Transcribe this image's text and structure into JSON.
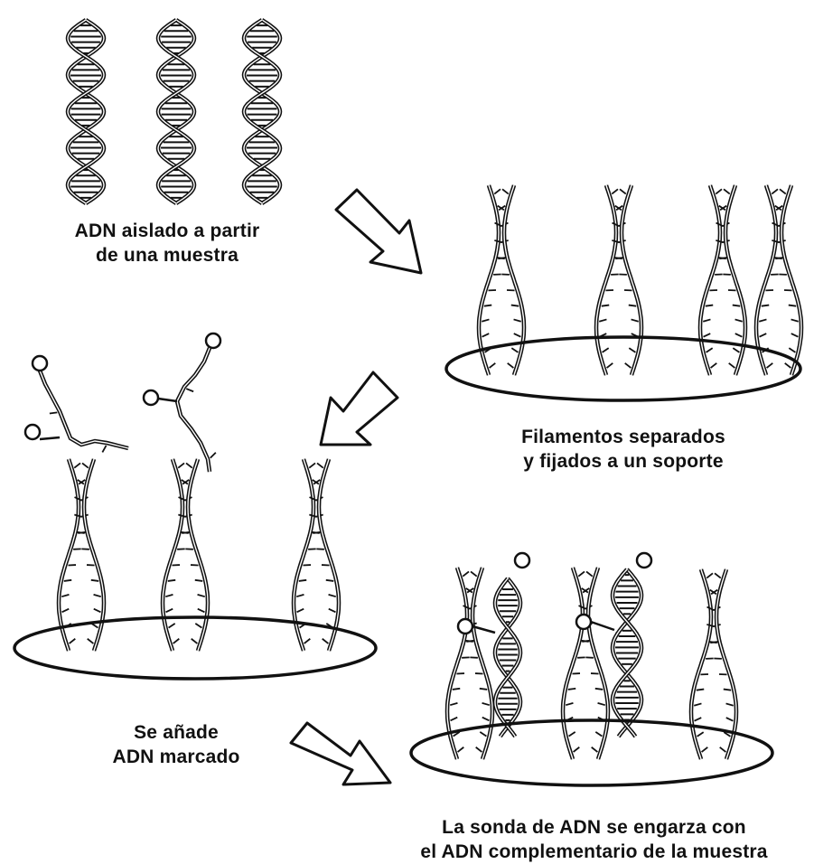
{
  "captions": {
    "isolated": [
      "ADN aislado a partir",
      "de una muestra"
    ],
    "separated": [
      "Filamentos separados",
      "y fijados a un soporte"
    ],
    "added": [
      "Se añade",
      "ADN marcado"
    ],
    "hybridized": [
      "La sonda de ADN se engarza con",
      "el ADN complementario de la muestra"
    ]
  },
  "colors": {
    "ink": "#111111",
    "background": "#ffffff"
  }
}
